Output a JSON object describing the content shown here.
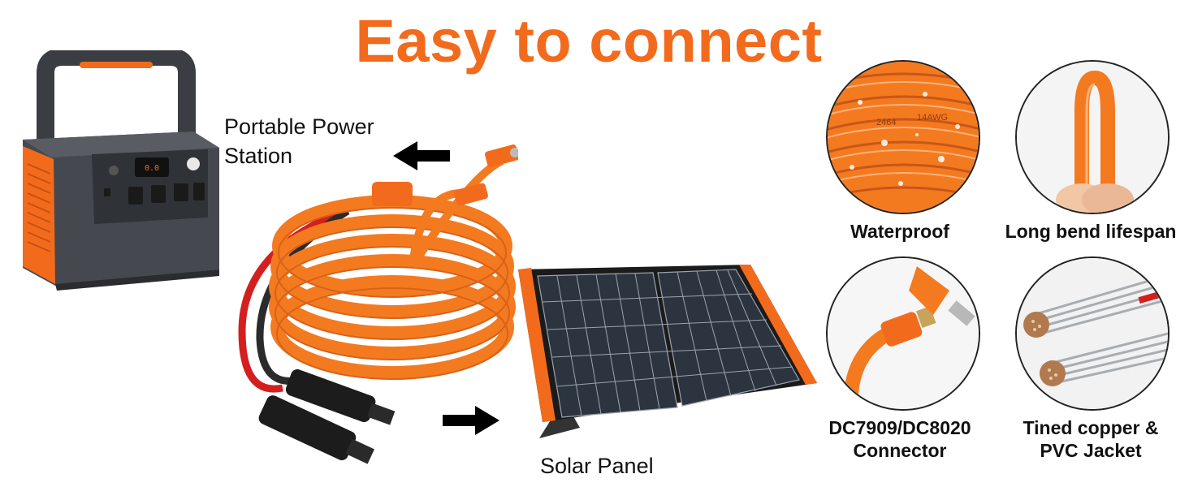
{
  "title": "Easy to connect",
  "labels": {
    "power_station": "Portable Power Station",
    "solar_panel": "Solar Panel"
  },
  "features": [
    {
      "label": "Waterproof"
    },
    {
      "label": "Long bend lifespan"
    },
    {
      "label": "DC7909/DC8020 Connector"
    },
    {
      "label": "Tined copper & PVC Jacket"
    }
  ],
  "cable_print": {
    "gauge": "14AWG",
    "code": "2464"
  },
  "colors": {
    "accent": "#f26b1d",
    "cable": "#f47a20",
    "dark": "#3b3f45"
  }
}
